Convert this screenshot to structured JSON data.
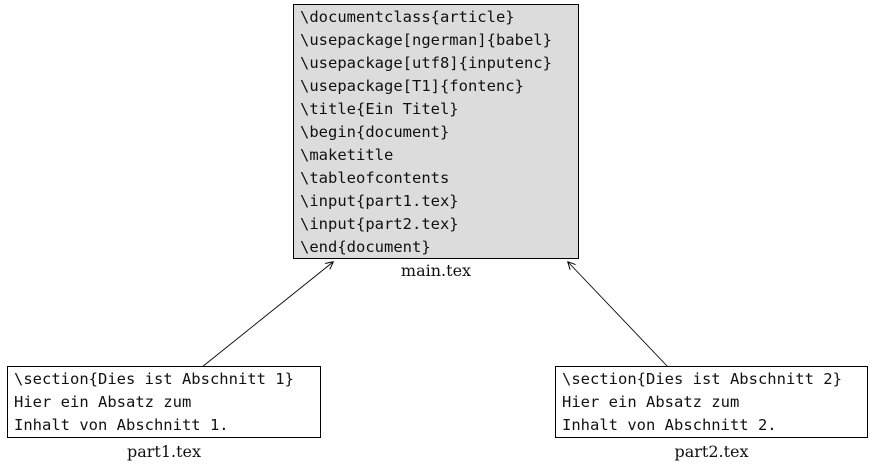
{
  "diagram": {
    "main": {
      "label": "main.tex",
      "lines": [
        "\\documentclass{article}",
        "\\usepackage[ngerman]{babel}",
        "\\usepackage[utf8]{inputenc}",
        "\\usepackage[T1]{fontenc}",
        "\\title{Ein Titel}",
        "\\begin{document}",
        "\\maketitle",
        "\\tableofcontents",
        "\\input{part1.tex}",
        "\\input{part2.tex}",
        "\\end{document}"
      ]
    },
    "part1": {
      "label": "part1.tex",
      "lines": [
        "\\section{Dies ist Abschnitt 1}",
        "Hier ein Absatz zum",
        "Inhalt von Abschnitt 1."
      ]
    },
    "part2": {
      "label": "part2.tex",
      "lines": [
        "\\section{Dies ist Abschnitt 2}",
        "Hier ein Absatz zum",
        "Inhalt von Abschnitt 2."
      ]
    },
    "colors": {
      "main_box_fill": "#dcdcdc",
      "part_box_fill": "#ffffff",
      "box_border": "#000000",
      "arrow": "#000000"
    }
  }
}
